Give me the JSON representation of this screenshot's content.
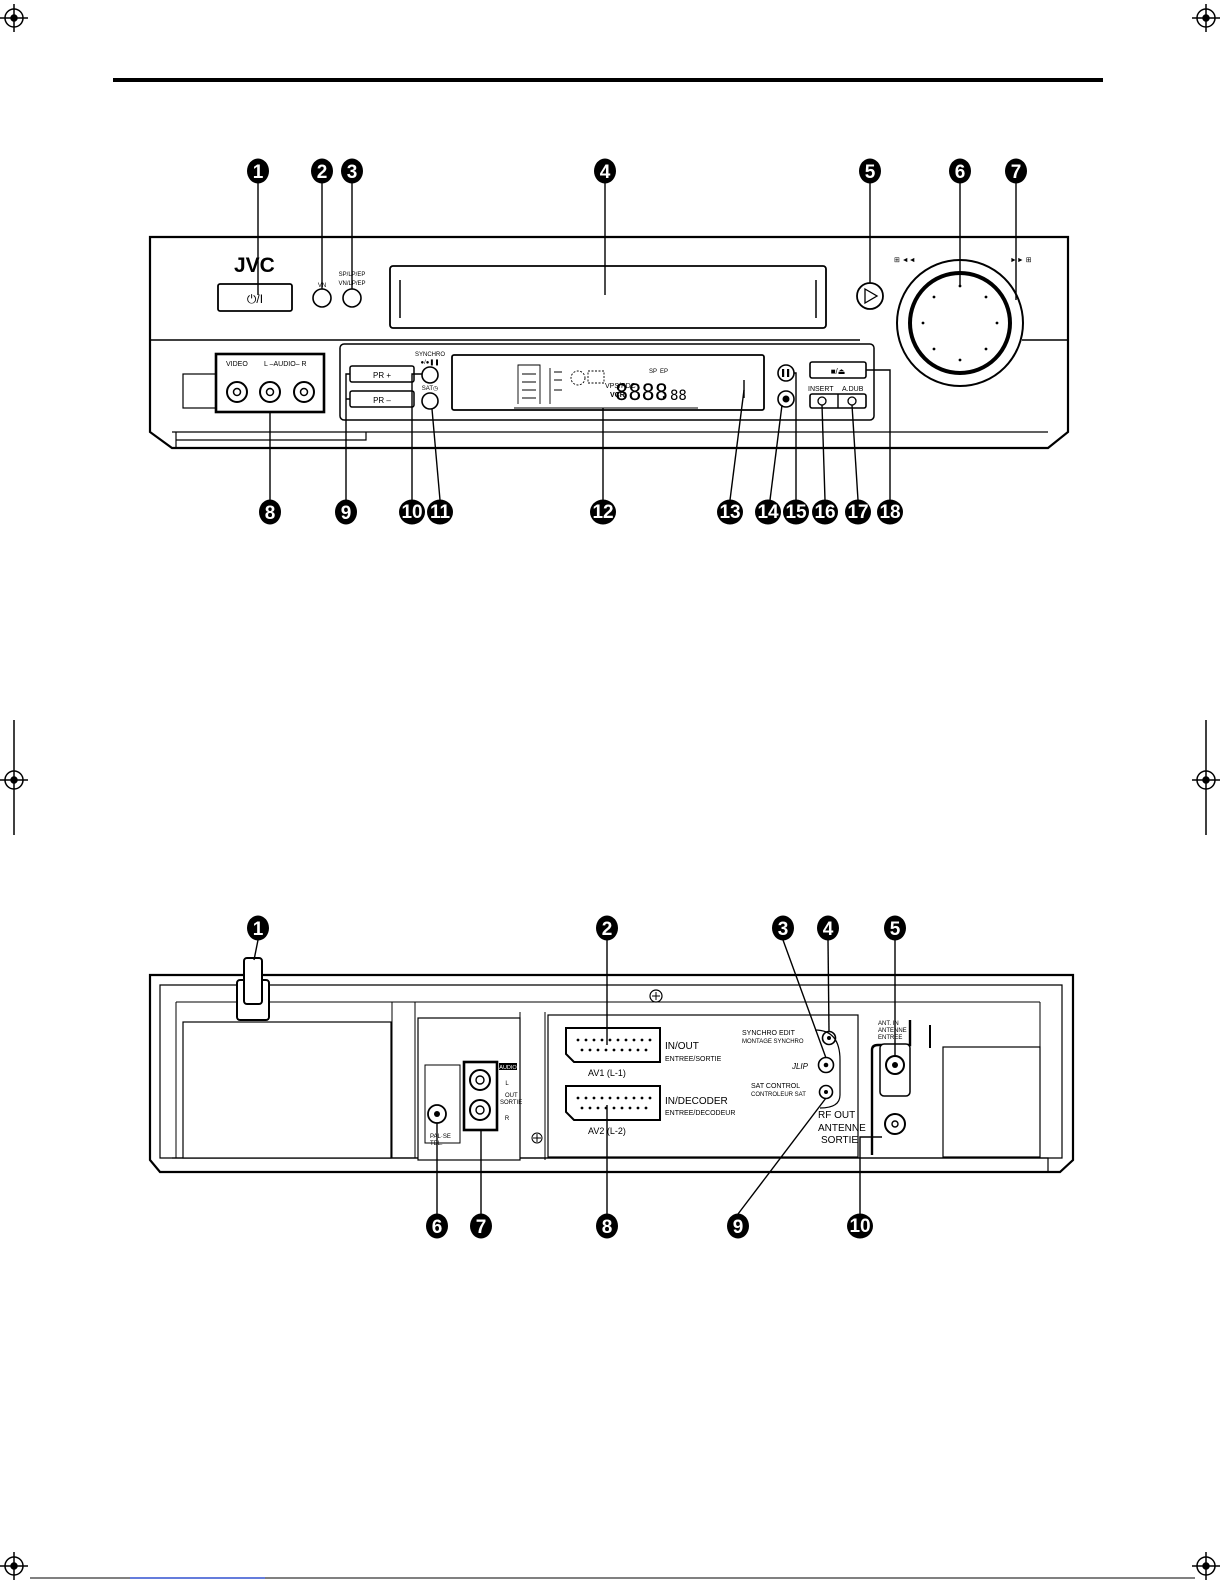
{
  "front_panel": {
    "brand": "JVC",
    "power_label": "⏻/I",
    "jack_labels": {
      "video": "VIDEO",
      "audio": "L –AUDIO– R"
    },
    "pr_plus": "PR +",
    "pr_minus": "PR –",
    "synchro_label": "SYNCHRO",
    "synchro_symbol": "●/●❚❚",
    "sat_label": "SAT◷",
    "vn_label": "VN",
    "sp_ep_label_1": "SP/LP/EP",
    "sp_ep_label_2": "VN/LP/EP",
    "rew_label": "⊞ ◄◄",
    "ff_label": "►► ⊞",
    "stop_eject": "■/⏏",
    "insert_label": "INSERT",
    "adub_label": "A.DUB",
    "lcd": {
      "digits": "8888",
      "small_digits": "88",
      "vps": "VPS/PDC",
      "vcr": "VCR",
      "sp": "SP",
      "ep": "EP",
      "colon": ":"
    },
    "callouts": [
      "1",
      "2",
      "3",
      "4",
      "5",
      "6",
      "7",
      "8",
      "9",
      "10",
      "11",
      "12",
      "13",
      "14",
      "15",
      "16",
      "17",
      "18"
    ]
  },
  "rear_panel": {
    "in_out": "IN/OUT",
    "entree_sortie": "ENTREE/SORTIE",
    "av1": "AV1 (L-1)",
    "in_decoder": "IN/DECODER",
    "entree_decodeur": "ENTREE/DECODEUR",
    "av2": "AV2 (L-2)",
    "synchro_edit": "SYNCHRO EDIT",
    "montage_synchro": "MONTAGE SYNCHRO",
    "jlip": "JLIP",
    "sat_control": "SAT CONTROL",
    "controleur_sat": "CONTROLEUR SAT",
    "rf_out": "RF OUT",
    "antenne": "ANTENNE",
    "sortie": "SORTIE",
    "ant_in": "ANT. IN",
    "antenne_in": "ANTENNE",
    "entree": "ENTREE",
    "audio_out": "AUDIO",
    "out": "OUT",
    "sortie_small": "SORTIE",
    "l": "L",
    "r": "R",
    "paluse": "PAL·SE",
    "tel": "TEL.",
    "callouts": [
      "1",
      "2",
      "3",
      "4",
      "5",
      "6",
      "7",
      "8",
      "9",
      "10"
    ]
  }
}
